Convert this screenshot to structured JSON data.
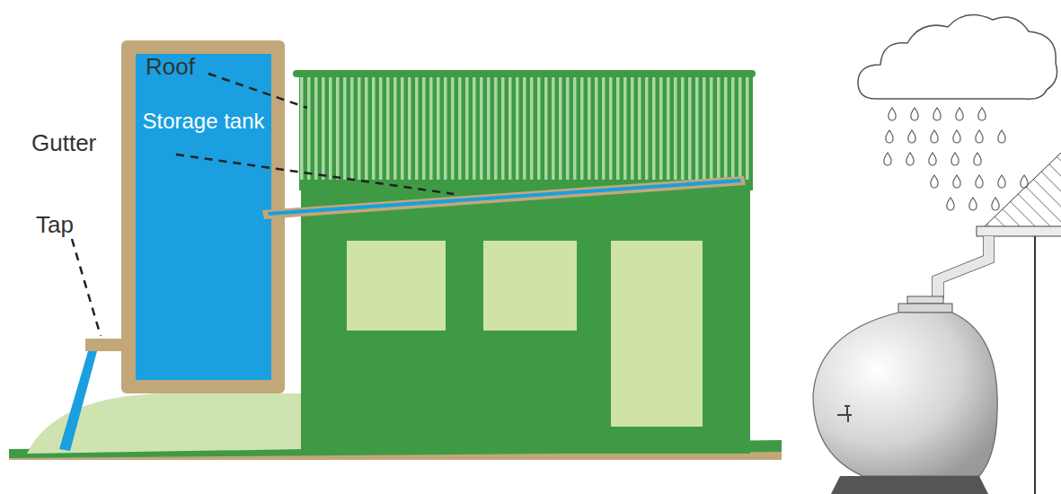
{
  "diagram": {
    "nodes": [
      {
        "text": [
          "Storage tank"
        ]
      }
    ],
    "labels": [
      "Roof",
      "Gutter",
      "Tap"
    ]
  }
}
